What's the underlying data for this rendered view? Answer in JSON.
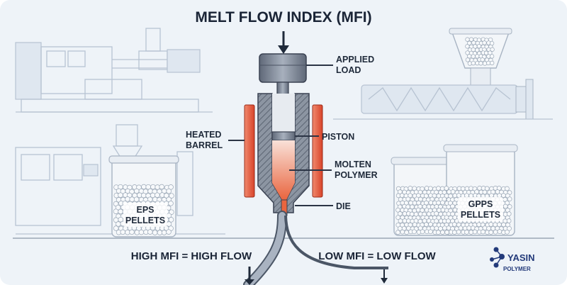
{
  "title": "MELT FLOW INDEX (MFI)",
  "labels": {
    "applied_load_line1": "APPLIED",
    "applied_load_line2": "LOAD",
    "heated_barrel_line1": "HEATED",
    "heated_barrel_line2": "BARREL",
    "piston": "PISTON",
    "molten_polymer_line1": "MOLTEN",
    "molten_polymer_line2": "POLYMER",
    "die": "DIE",
    "eps_line1": "EPS",
    "eps_line2": "PELLETS",
    "gpps_line1": "GPPS",
    "gpps_line2": "PELLETS"
  },
  "captions": {
    "high": "HIGH MFI = HIGH FLOW",
    "low": "LOW MFI = LOW FLOW"
  },
  "logo": {
    "line1": "YASIN",
    "line2": "POLYMER"
  },
  "colors": {
    "heater": "#e2553a",
    "molten_top": "#f7d3c7",
    "molten_bottom": "#e9653f",
    "metal": "#7b8594",
    "ink": "#1f2a3a",
    "logo_blue": "#233a7a"
  }
}
